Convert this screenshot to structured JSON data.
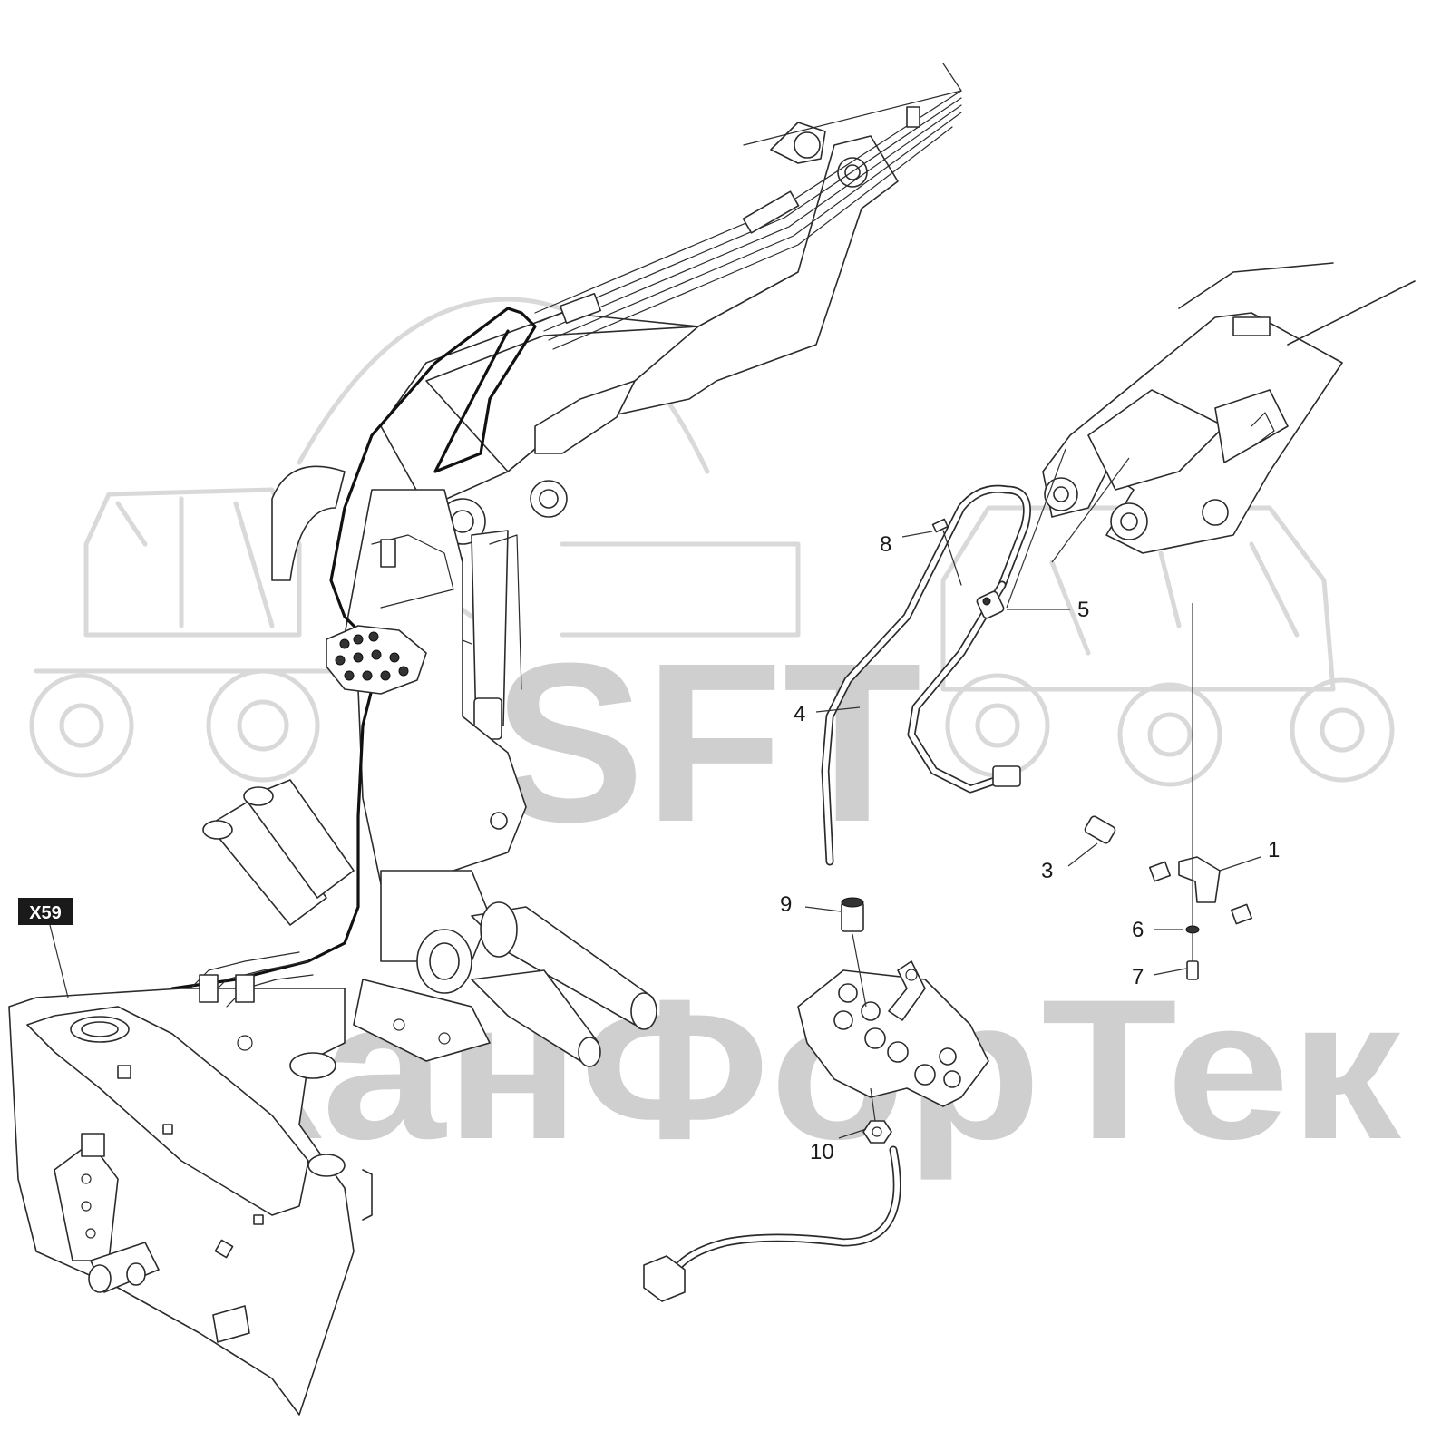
{
  "watermark": {
    "brand": "SFT",
    "company": "СканФорТек"
  },
  "badge": {
    "label": "X59"
  },
  "callouts": [
    {
      "id": "1",
      "label": "1"
    },
    {
      "id": "3",
      "label": "3"
    },
    {
      "id": "4",
      "label": "4"
    },
    {
      "id": "5",
      "label": "5"
    },
    {
      "id": "6",
      "label": "6"
    },
    {
      "id": "7",
      "label": "7"
    },
    {
      "id": "8",
      "label": "8"
    },
    {
      "id": "9",
      "label": "9"
    },
    {
      "id": "10",
      "label": "10"
    }
  ],
  "colors": {
    "line": "#2b2b2b",
    "watermark": "#cfcfcf",
    "badge": "#1a1a1a"
  }
}
